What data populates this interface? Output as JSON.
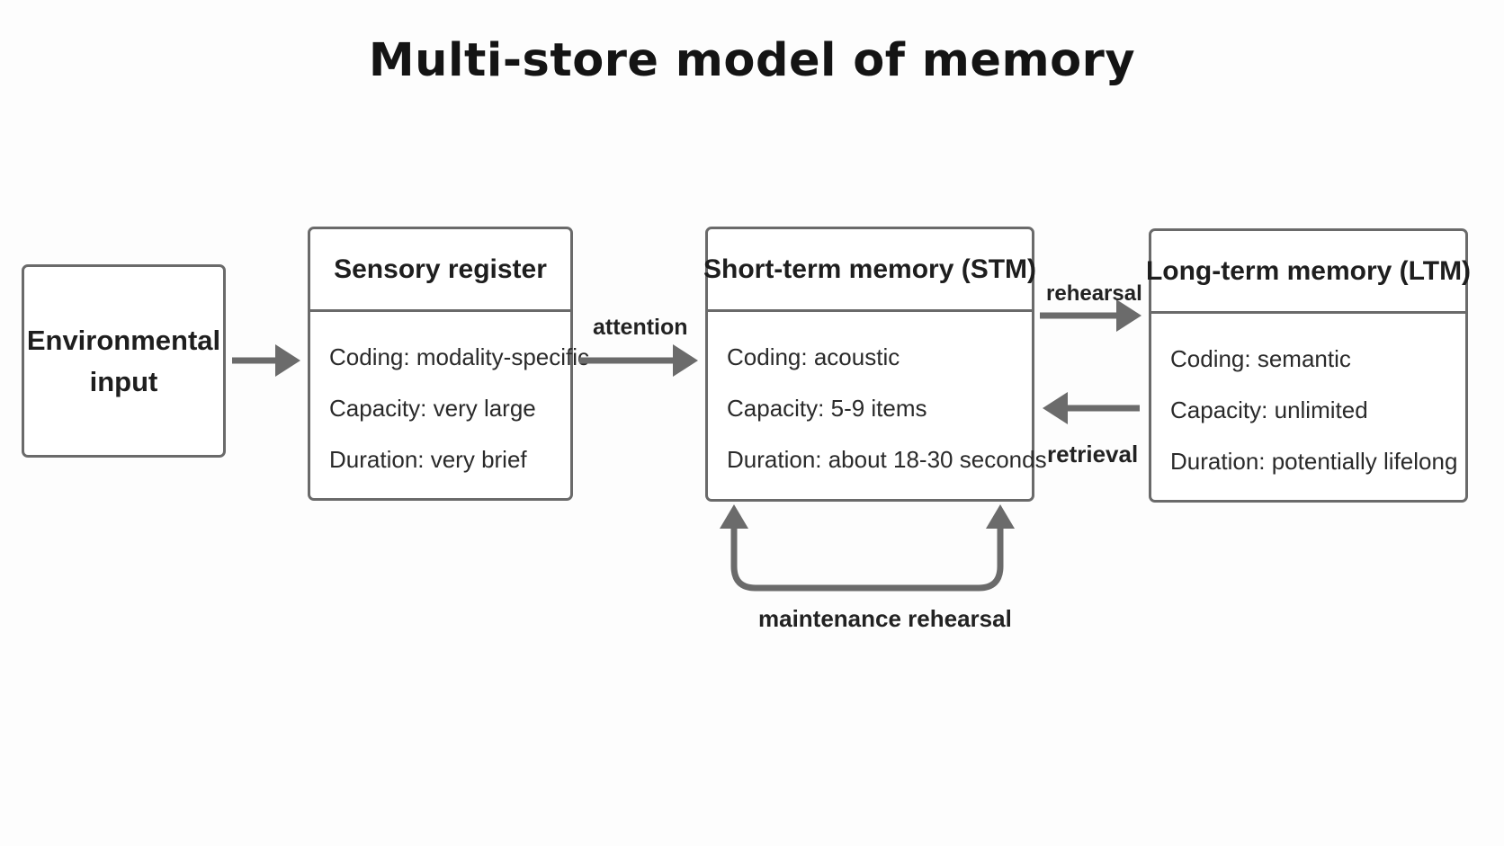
{
  "title": "Multi-store model of memory",
  "environmental_input": {
    "line1": "Environmental",
    "line2": "input"
  },
  "sensory_register": {
    "title": "Sensory register",
    "coding": "Coding: modality-specific",
    "capacity": "Capacity: very large",
    "duration": "Duration: very brief"
  },
  "stm": {
    "title": "Short-term memory (STM)",
    "coding": "Coding: acoustic",
    "capacity": "Capacity: 5-9 items",
    "duration": "Duration: about 18-30 seconds"
  },
  "ltm": {
    "title": "Long-term memory (LTM)",
    "coding": "Coding: semantic",
    "capacity": "Capacity: unlimited",
    "duration": "Duration: potentially lifelong"
  },
  "labels": {
    "attention": "attention",
    "rehearsal": "rehearsal",
    "retrieval": "retrieval",
    "maintenance": "maintenance rehearsal"
  },
  "colors": {
    "arrow": "#6b6b6b",
    "border": "#6a6a6a"
  }
}
